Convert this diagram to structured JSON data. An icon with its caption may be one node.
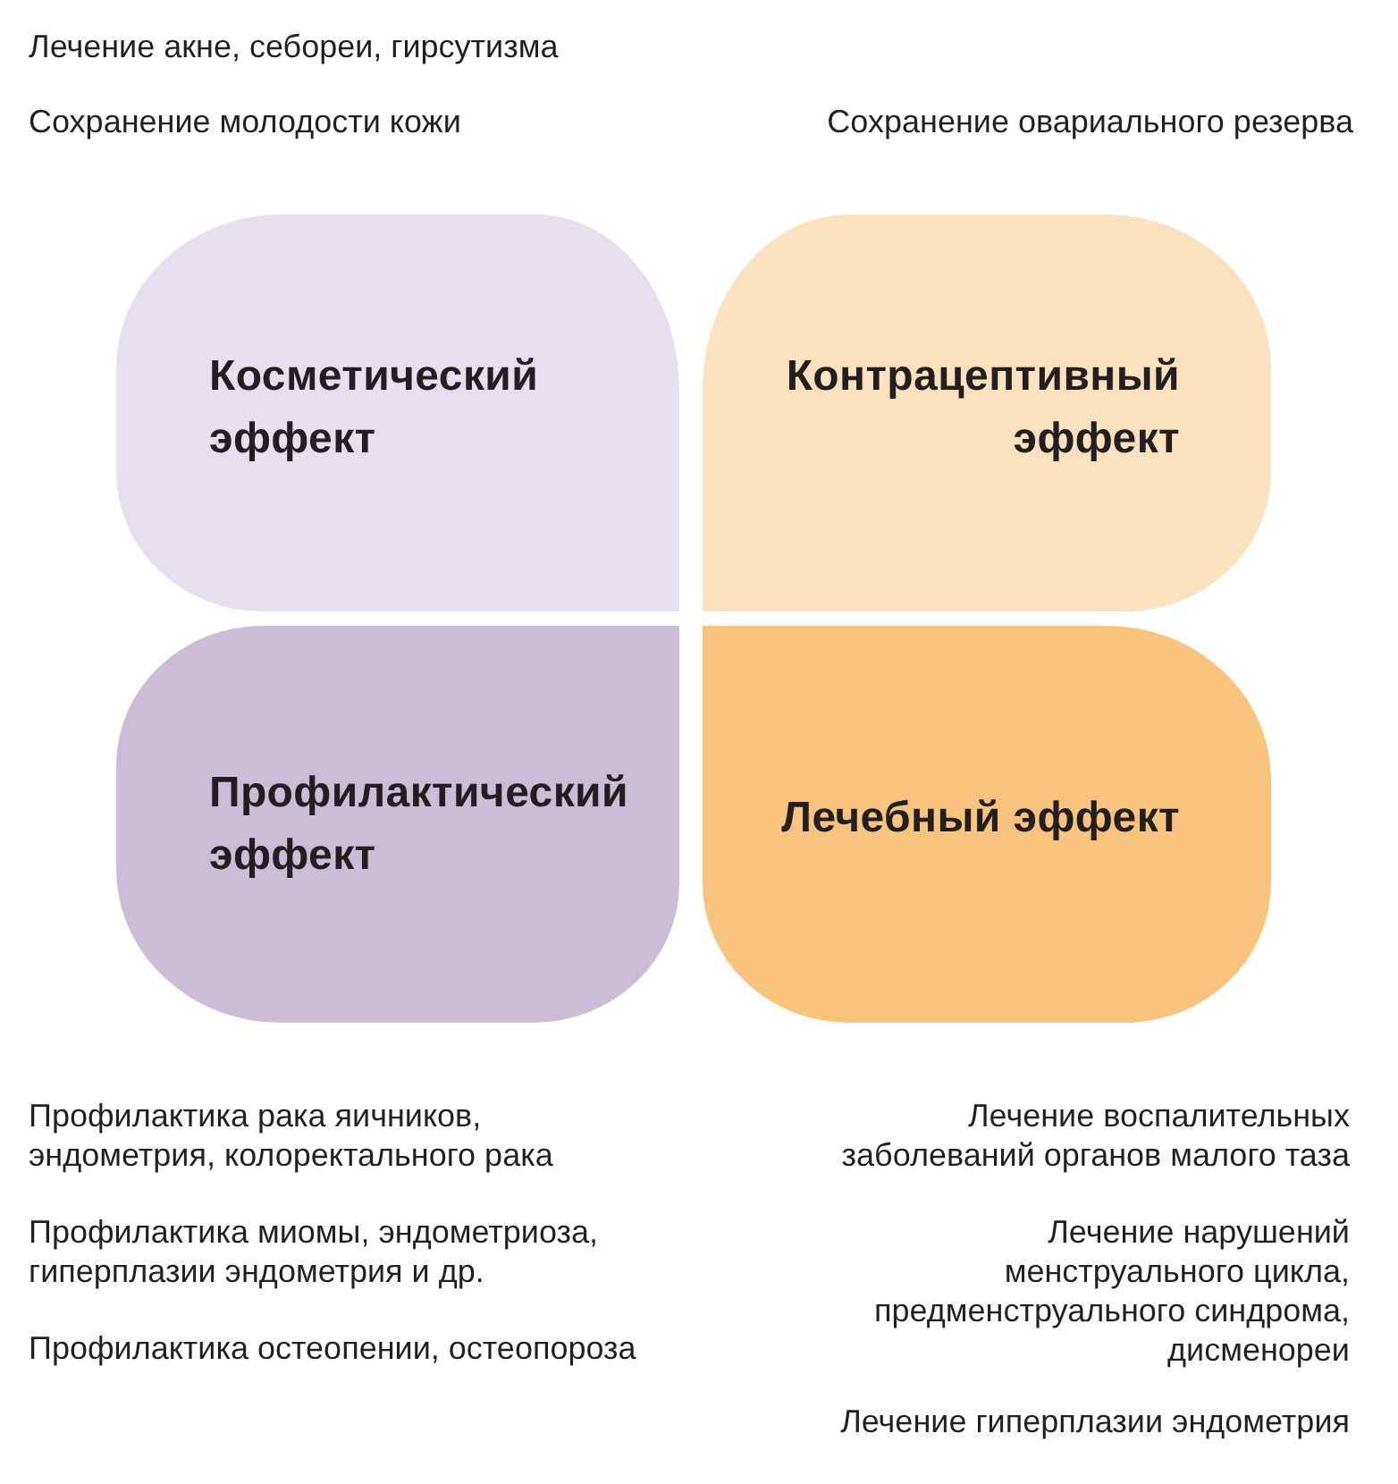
{
  "diagram": {
    "nodes": [
      {
        "text": [
          "Косметический эффект"
        ],
        "beside": [
          "Лечение акне, себореи, гирсутизма",
          "Сохранение молодости кожи"
        ]
      },
      {
        "text": [
          "Контрацептивный эффект"
        ],
        "beside": [
          "Сохранение овариального резерва"
        ]
      },
      {
        "text": [
          "Профилактический эффект"
        ],
        "beside": [
          "Профилактика рака яичников, эндометрия, колоректального рака",
          "Профилактика миомы, эндометриоза, гиперплазии эндометрия и др.",
          "Профилактика остеопении, остеопороза"
        ]
      },
      {
        "text": [
          "Лечебный эффект"
        ],
        "beside": [
          "Лечение воспалительных заболеваний органов малого таза",
          "Лечение нарушений менструального цикла, предменструального синдрома, дисменореи",
          "Лечение гиперплазии эндометрия"
        ]
      }
    ]
  }
}
